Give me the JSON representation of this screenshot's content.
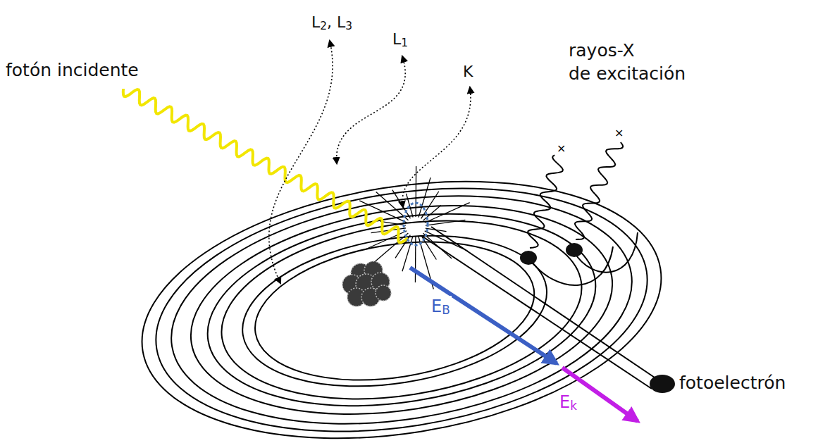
{
  "diagram": {
    "labels": [
      "fotón incidente",
      "L2, L3",
      "L1",
      "K",
      "rayos-X de excitación",
      "EB",
      "Ek",
      "fotoelectrón"
    ]
  }
}
